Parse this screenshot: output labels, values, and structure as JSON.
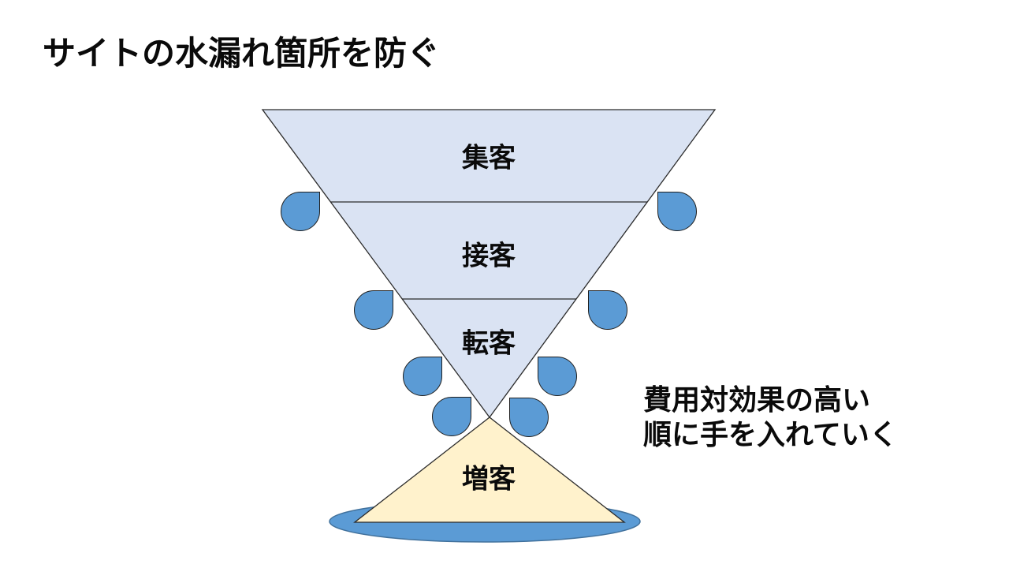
{
  "page": {
    "title": "サイトの水漏れ箇所を防ぐ",
    "background_color": "#ffffff"
  },
  "funnel": {
    "fill_color": "#dae3f3",
    "stroke_color": "#2b2b2b",
    "sections": [
      {
        "label": "集客"
      },
      {
        "label": "接客"
      },
      {
        "label": "転客"
      }
    ]
  },
  "drops": {
    "count": 8,
    "fill_color": "#5b9bd5",
    "stroke_color": "#1f1f1f"
  },
  "basin": {
    "label": "増客",
    "triangle_fill_color": "#fff2cc",
    "triangle_stroke_color": "#2b2b2b",
    "ellipse_fill_color": "#5b9bd5",
    "ellipse_stroke_color": "#41719c"
  },
  "annotation": {
    "text": "費用対効果の高い\n順に手を入れていく"
  }
}
